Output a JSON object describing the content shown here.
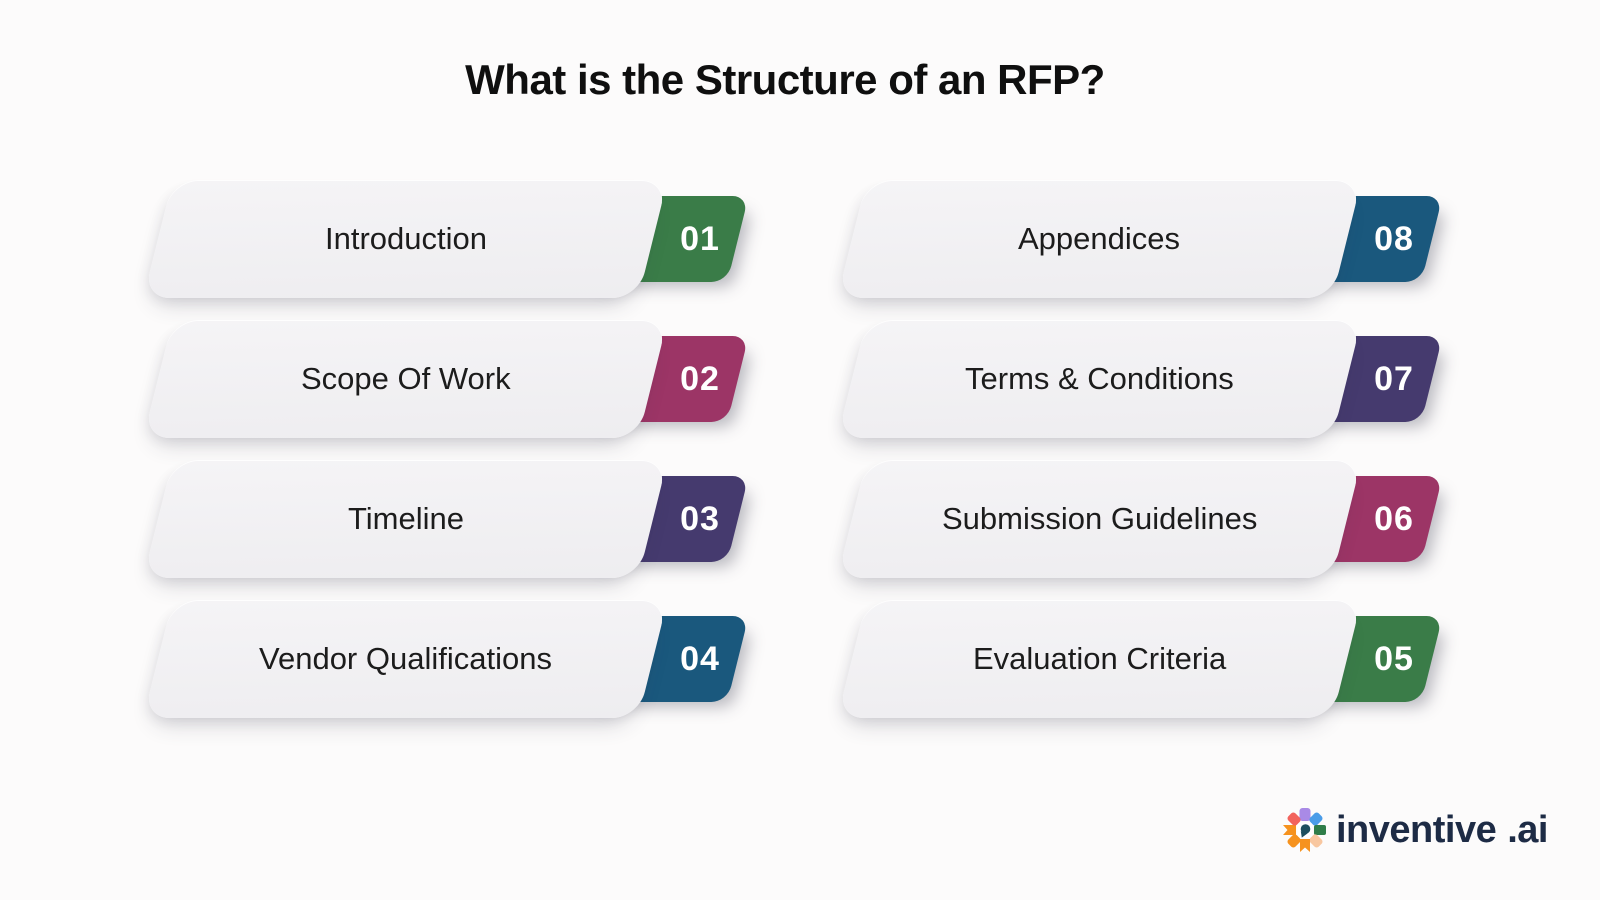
{
  "title": "What is the Structure of an RFP?",
  "items": {
    "left": [
      {
        "label": "Introduction",
        "number": "01",
        "color": "#3a7c48"
      },
      {
        "label": "Scope Of Work",
        "number": "02",
        "color": "#9c3566"
      },
      {
        "label": "Timeline",
        "number": "03",
        "color": "#453a6e"
      },
      {
        "label": "Vendor Qualifications",
        "number": "04",
        "color": "#1a587d"
      }
    ],
    "right": [
      {
        "label": "Appendices",
        "number": "08",
        "color": "#1a587d"
      },
      {
        "label": "Terms & Conditions",
        "number": "07",
        "color": "#453a6e"
      },
      {
        "label": "Submission Guidelines",
        "number": "06",
        "color": "#9c3566"
      },
      {
        "label": "Evaluation Criteria",
        "number": "05",
        "color": "#3a7c48"
      }
    ]
  },
  "logo": {
    "brand": "inventive",
    "suffix": ".ai",
    "text_color": "#1d2b45",
    "icon": "inventive-starburst-icon"
  },
  "palette": {
    "background": "#fcfbfb",
    "pill": "#f1f0f2",
    "title_color": "#0f0f0f",
    "label_color": "#1c1c1c",
    "number_color": "#ffffff"
  }
}
